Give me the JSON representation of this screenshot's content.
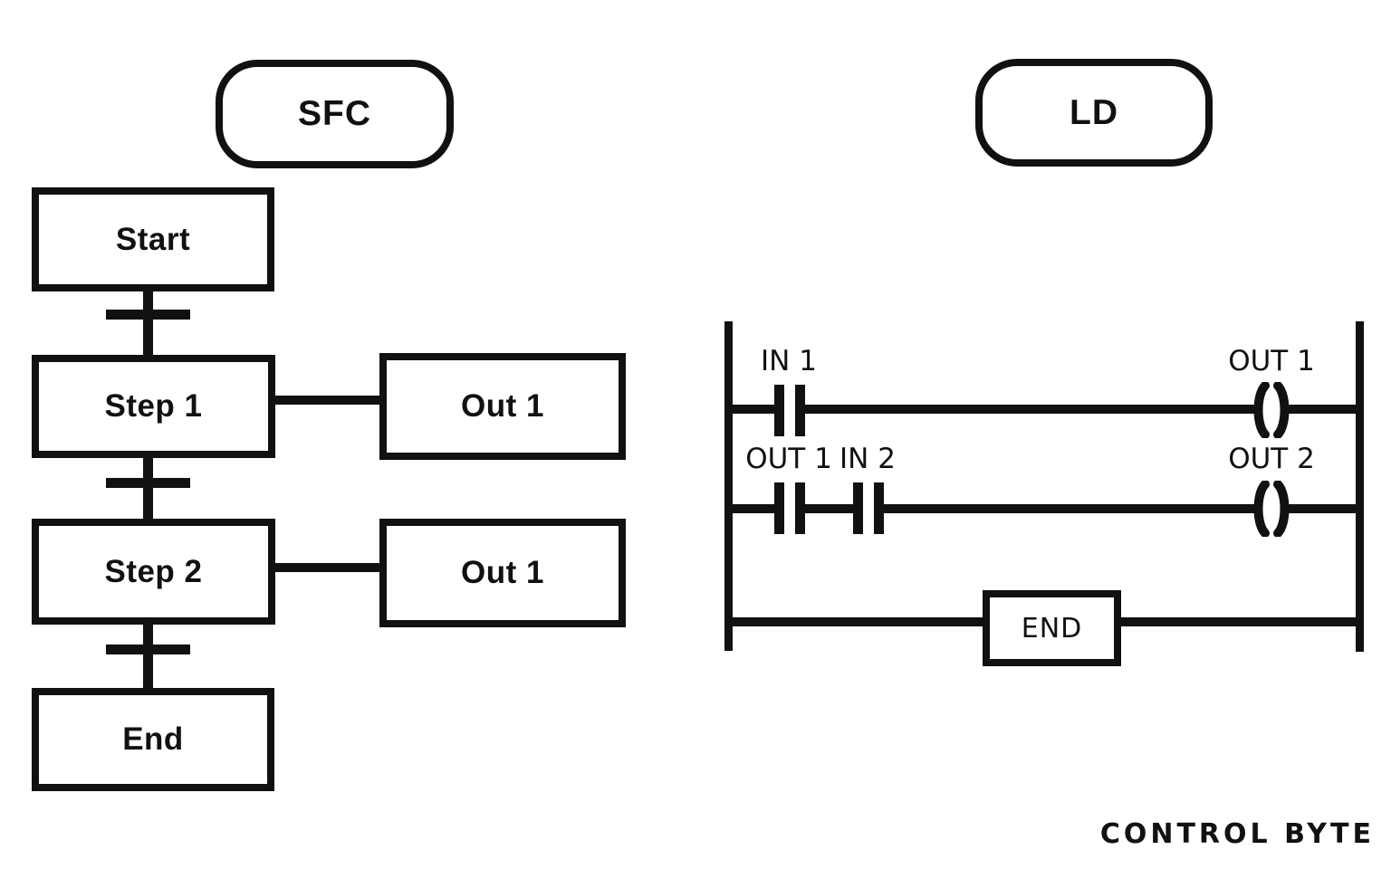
{
  "palette": {
    "background": "#ffffff",
    "ink": "#111111"
  },
  "sfc": {
    "badge_label": "SFC",
    "steps": [
      {
        "label": "Start"
      },
      {
        "label": "Step 1"
      },
      {
        "label": "Step 2"
      },
      {
        "label": "End"
      }
    ],
    "actions": [
      {
        "label": "Out 1"
      },
      {
        "label": "Out 1"
      }
    ]
  },
  "ld": {
    "badge_label": "LD",
    "rung1": {
      "contact_label": "IN 1",
      "coil_label": "OUT 1"
    },
    "rung2": {
      "contact1_label": "OUT 1",
      "contact2_label": "IN 2",
      "coil_label": "OUT 2"
    },
    "rung3": {
      "block_label": "END"
    }
  },
  "branding": {
    "logo_text": "CONTROL BYTE"
  }
}
